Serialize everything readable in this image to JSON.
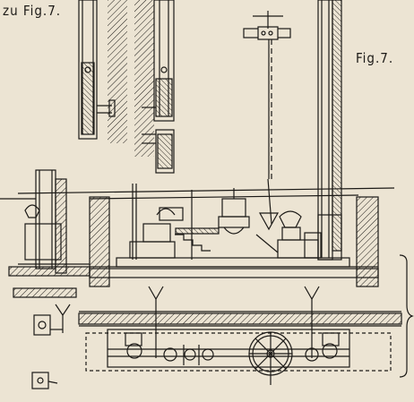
{
  "plate": {
    "reference_caption": "zu Fig.7.",
    "figure_caption": "Fig.7."
  },
  "colors": {
    "paper": "#ece4d3",
    "ink": "#1c1a17"
  },
  "icons": [
    "hatched-wall",
    "handwheel",
    "valve",
    "lever",
    "bracket"
  ]
}
